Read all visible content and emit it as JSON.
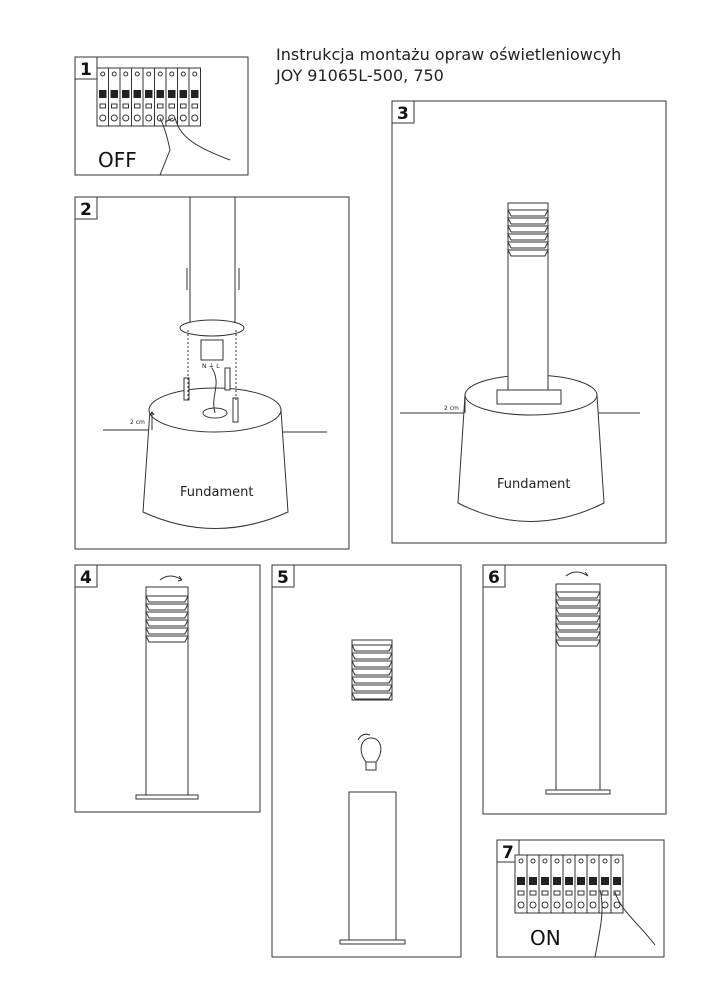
{
  "title": {
    "line1": "Instrukcja montażu opraw oświetleniowcyh",
    "line2": "JOY 91065L-500, 750"
  },
  "steps": [
    {
      "number": "1",
      "label": "OFF"
    },
    {
      "number": "2",
      "label": "Fundament",
      "dimension": "2 cm",
      "terminals": "N ⏚ L"
    },
    {
      "number": "3",
      "label": "Fundament",
      "dimension": "2 cm"
    },
    {
      "number": "4"
    },
    {
      "number": "5"
    },
    {
      "number": "6"
    },
    {
      "number": "7",
      "label": "ON"
    }
  ]
}
